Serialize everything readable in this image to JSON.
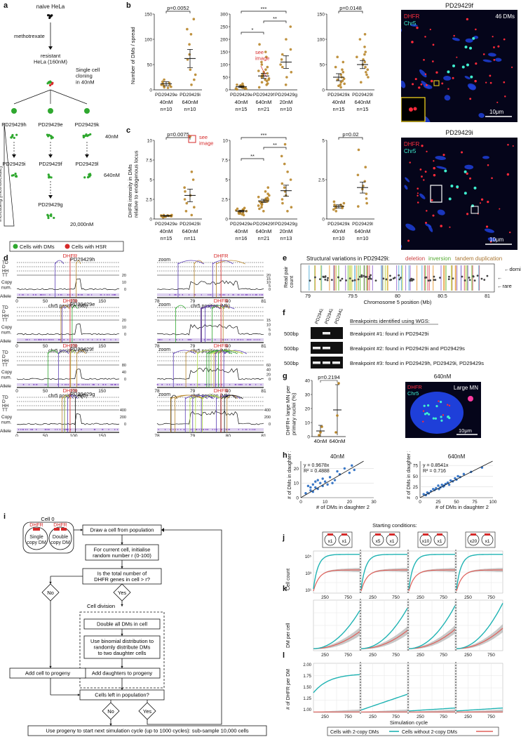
{
  "labels": {
    "a": "a",
    "b": "b",
    "c": "c",
    "d": "d",
    "e": "e",
    "f": "f",
    "g": "g",
    "h": "h",
    "i": "i",
    "j": "j",
    "k": "k",
    "l": "l"
  },
  "panel_a": {
    "naive": "naive HeLa",
    "mtx": "methotrexate",
    "resistant": "resistant\nHeLa (160nM)",
    "cloning": "Single cell\ncloning\nin 40nM",
    "clones_40": [
      "PD29429h",
      "PD29429e",
      "PD29429k"
    ],
    "clones_640": [
      "PD29429i",
      "PD29429f",
      "PD29429l"
    ],
    "clone_20000": "PD29429g",
    "conc": [
      "40nM",
      "640nM",
      "20,000nM"
    ],
    "axis": "Increasing [methotrexate]",
    "legend_dm": "Cells with DMs",
    "legend_hsr": "Cells with HSR",
    "colors": {
      "dm": "#2fa82f",
      "hsr": "#d62a2a"
    }
  },
  "panel_b": {
    "ylabel": "Number of DMs / spread",
    "see_image": "see\nimage",
    "plots": [
      {
        "ymax": 150,
        "ticks": [
          0,
          50,
          100,
          150
        ],
        "sig": [
          "p=0.0052"
        ],
        "groups": [
          {
            "name": "PD29429e",
            "conc": "40nM",
            "n": "n=10",
            "mean": 12,
            "sem": 4,
            "points": [
              4,
              6,
              8,
              10,
              12,
              14,
              16,
              20,
              9,
              5
            ]
          },
          {
            "name": "PD29429i",
            "conc": "640nM",
            "n": "n=10",
            "mean": 62,
            "sem": 18,
            "points": [
              10,
              20,
              30,
              40,
              60,
              70,
              90,
              110,
              120,
              140
            ]
          }
        ]
      },
      {
        "ymax": 300,
        "ticks": [
          0,
          50,
          100,
          150,
          200,
          250,
          300
        ],
        "sig": [
          "***",
          "**",
          "*"
        ],
        "groups": [
          {
            "name": "PD29429e",
            "conc": "40nM",
            "n": "n=15",
            "mean": 12,
            "sem": 3,
            "points": [
              2,
              4,
              6,
              8,
              10,
              12,
              14,
              16,
              18,
              20,
              24,
              5,
              7,
              9,
              11
            ]
          },
          {
            "name": "PD29429f",
            "conc": "640nM",
            "n": "n=21",
            "mean": 55,
            "sem": 10,
            "points": [
              10,
              20,
              25,
              30,
              35,
              40,
              45,
              50,
              55,
              60,
              65,
              70,
              75,
              80,
              90,
              100,
              110,
              130,
              150,
              180,
              40
            ]
          },
          {
            "name": "PD29429g",
            "conc": "20nM",
            "n": "n=10",
            "mean": 110,
            "sem": 25,
            "points": [
              20,
              50,
              70,
              90,
              100,
              120,
              140,
              160,
              200,
              250
            ]
          }
        ]
      },
      {
        "ymax": 150,
        "ticks": [
          0,
          50,
          100,
          150
        ],
        "sig": [
          "p=0.0148"
        ],
        "groups": [
          {
            "name": "PD29429k",
            "conc": "40nM",
            "n": "n=15",
            "mean": 25,
            "sem": 7,
            "points": [
              5,
              10,
              12,
              15,
              18,
              20,
              22,
              25,
              30,
              35,
              40,
              45,
              55,
              65,
              8
            ]
          },
          {
            "name": "PD29429l",
            "conc": "640nM",
            "n": "n=15",
            "mean": 50,
            "sem": 8,
            "points": [
              15,
              25,
              30,
              35,
              40,
              45,
              50,
              55,
              60,
              65,
              70,
              75,
              85,
              100,
              110
            ]
          }
        ]
      }
    ]
  },
  "panel_c": {
    "ylabel": "DHFR intensity in DMs\nrelative to endogenous locus",
    "see_image": "see\nimage",
    "plots": [
      {
        "ymax": 10,
        "ticks": [
          0,
          2.5,
          5,
          7.5,
          10
        ],
        "tick_labels": [
          "0",
          "2.5",
          "5",
          "7.5",
          "10"
        ],
        "sig": [
          "p=0.0075"
        ],
        "groups": [
          {
            "name": "PD29429e",
            "conc": "40nM",
            "n": "n=15",
            "mean": 0.4,
            "sem": 0.05,
            "points": [
              0.2,
              0.3,
              0.35,
              0.4,
              0.45,
              0.5,
              0.3,
              0.4,
              0.35,
              0.45,
              0.5,
              0.3,
              0.4,
              0.45,
              0.35
            ]
          },
          {
            "name": "PD29429i",
            "conc": "640nM",
            "n": "n=11",
            "mean": 3,
            "sem": 0.8,
            "points": [
              0.5,
              1,
              1.5,
              2,
              2.5,
              3,
              3.5,
              4,
              5,
              6,
              10.5
            ]
          }
        ]
      },
      {
        "ymax": 10,
        "ticks": [
          0,
          2.5,
          5,
          7.5,
          10
        ],
        "tick_labels": [
          "0",
          "2.5",
          "5",
          "7.5",
          "10"
        ],
        "sig": [
          "***",
          "**",
          "**"
        ],
        "groups": [
          {
            "name": "PD29429e",
            "conc": "40nM",
            "n": "n=16",
            "mean": 1,
            "sem": 0.1,
            "points": [
              0.5,
              0.7,
              0.8,
              0.9,
              1,
              1.1,
              1.2,
              1.3,
              0.6,
              0.8,
              1,
              1.2,
              1.4,
              0.9,
              1.1,
              0.7
            ]
          },
          {
            "name": "PD29429f",
            "conc": "640nM",
            "n": "n=21",
            "mean": 2.3,
            "sem": 0.2,
            "points": [
              1,
              1.3,
              1.5,
              1.7,
              1.9,
              2,
              2.1,
              2.2,
              2.3,
              2.4,
              2.5,
              2.6,
              2.7,
              2.8,
              3,
              3.2,
              3.5,
              4,
              1.8,
              2.2,
              2.6
            ]
          },
          {
            "name": "PD29429g",
            "conc": "20nM",
            "n": "n=13",
            "mean": 3.6,
            "sem": 0.7,
            "points": [
              1,
              1.5,
              2,
              2.5,
              3,
              3.5,
              4,
              4.5,
              5,
              6,
              7,
              8,
              9.5
            ]
          }
        ]
      },
      {
        "ymax": 5,
        "ticks": [
          0,
          2.5,
          5
        ],
        "tick_labels": [
          "0",
          "2.5",
          "5"
        ],
        "sig": [
          "p=0.02"
        ],
        "groups": [
          {
            "name": "PD29429k",
            "conc": "40nM",
            "n": "n=10",
            "mean": 0.8,
            "sem": 0.1,
            "points": [
              0.5,
              0.6,
              0.7,
              0.8,
              0.9,
              1,
              1.1,
              0.7,
              0.8,
              0.9
            ]
          },
          {
            "name": "PD29429l",
            "conc": "640nM",
            "n": "n=10",
            "mean": 2,
            "sem": 0.35,
            "points": [
              0.8,
              1,
              1.3,
              1.6,
              1.9,
              2.1,
              2.4,
              2.8,
              3.3,
              4.4
            ]
          }
        ]
      }
    ]
  },
  "images_bc": {
    "top_title": "PD29429f",
    "top_count": "46 DMs",
    "bottom_title": "PD29429i",
    "dhfr": "DHFR",
    "chr5": "Chr5",
    "scale": "10μm"
  },
  "panel_d": {
    "rows": [
      "PD29429h",
      "PD29429e",
      "PD29429f",
      "PD29429g"
    ],
    "dhfr": "DHFR",
    "zoom": "zoom",
    "track_labels": [
      "TD",
      "D",
      "HH",
      "TT"
    ],
    "copy": "Copy\nnum.",
    "allele": "Allele",
    "xlabel": "chr5 position (Mb)",
    "left_ticks": [
      "0",
      "50",
      "100",
      "150"
    ],
    "right_ticks": [
      "78",
      "79",
      "80",
      "81"
    ],
    "yscales": [
      [
        "20",
        "10",
        "0"
      ],
      [
        "20",
        "10",
        "0"
      ],
      [
        "80",
        "40",
        "0"
      ],
      [
        "400",
        "200",
        "0"
      ]
    ],
    "yscales_r": [
      [
        "20",
        "15",
        "10",
        "5",
        "0"
      ],
      [
        "15",
        "10",
        "5",
        "0"
      ],
      [
        "60",
        "40",
        "20",
        "0"
      ],
      [
        "400",
        "200",
        "0"
      ]
    ]
  },
  "panel_e": {
    "title": "Structural variations in PD29429i:",
    "deletion": "deletion",
    "inversion": "inversion",
    "tandem": "tandem duplication",
    "ylabel": "Read pair\ncount",
    "xlabel": "Chromosome 5 position (Mb)",
    "ticks": [
      "79",
      "79.5",
      "80",
      "80.5",
      "81"
    ],
    "dominant": "dominant",
    "rare": "rare"
  },
  "panel_f": {
    "lanes": [
      "PD29429h",
      "PD29429i",
      "PD29429s"
    ],
    "sizes": [
      "500bp",
      "500bp",
      "500bp"
    ],
    "heading": "Breakpoints identified using WGS:",
    "rows": [
      "Breakpoint #1: found in PD29429i",
      "Breakpoint #2: found in PD29429i and PD29429s",
      "Breakpoint #3: found in PD29429h, PD29429i, PD29429s"
    ]
  },
  "panel_g": {
    "ylabel": "DHFR+ large MN per\nprimary nuclei (%)",
    "p": "p=0.2194",
    "ticks": [
      "0",
      "10",
      "20",
      "30",
      "40"
    ],
    "groups": [
      {
        "label": "40nM",
        "mean": 4,
        "sd": 4,
        "points": [
          1,
          3,
          7
        ]
      },
      {
        "label": "640nM",
        "mean": 19,
        "sd": 18,
        "points": [
          3,
          15,
          38
        ]
      }
    ],
    "image_title": "640nM",
    "large_mn": "Large MN",
    "dhfr": "DHFR",
    "chr5": "Chr5",
    "scale": "10μm"
  },
  "panel_h": {
    "plots": [
      {
        "title": "40nM",
        "eq": "y = 0.9678x",
        "r2": "R² = 0.4888",
        "slope": 0.9678,
        "xticks": [
          0,
          10,
          20,
          30
        ],
        "yticks": [
          0,
          10,
          20
        ],
        "xmax": 30,
        "ymax": 25,
        "x": [
          2,
          3,
          4,
          5,
          6,
          7,
          8,
          9,
          10,
          11,
          12,
          14,
          15,
          16,
          18,
          20,
          21,
          22,
          5,
          7,
          9,
          13,
          4,
          6
        ],
        "y": [
          3,
          8,
          5,
          9,
          7,
          12,
          10,
          8,
          11,
          9,
          14,
          12,
          18,
          16,
          20,
          17,
          22,
          19,
          4,
          6,
          13,
          10,
          7,
          11
        ]
      },
      {
        "title": "640nM",
        "eq": "y = 0.8541x",
        "r2": "R² = 0.716",
        "slope": 0.8541,
        "xticks": [
          0,
          25,
          50,
          75,
          100
        ],
        "yticks": [
          0,
          25,
          50,
          75
        ],
        "xmax": 100,
        "ymax": 85,
        "x": [
          5,
          10,
          12,
          15,
          18,
          20,
          22,
          25,
          28,
          30,
          32,
          35,
          38,
          40,
          42,
          45,
          48,
          50,
          52,
          55,
          60,
          70,
          85,
          8,
          26,
          33
        ],
        "y": [
          8,
          12,
          10,
          15,
          20,
          18,
          22,
          28,
          24,
          30,
          26,
          32,
          35,
          30,
          40,
          38,
          45,
          42,
          50,
          48,
          55,
          60,
          70,
          6,
          20,
          28
        ]
      }
    ],
    "xlabel": "# of DMs in daughter 2",
    "ylabel": "# of DMs in daughter 1"
  },
  "panel_i": {
    "cell0": "Cell 0",
    "dhfr": "DHFR",
    "single": "Single\ncopy DM",
    "double": "Double\ncopy DM",
    "draw": "Draw a cell from population",
    "init": "For current cell, initialise\nrandom number r (0-100)",
    "question": "Is the total number of\nDHFR genes in cell > r?",
    "no": "No",
    "yes": "Yes",
    "division": "Cell division",
    "double_dm": "Double all DMs in cell",
    "binomial": "Use binomial distribution to\nrandomly distribute DMs\nto two daughter cells",
    "add_daughters": "Add daughters to progeny",
    "add_cell": "Add cell to progeny",
    "cells_left": "Cells left in population?",
    "no2": "No",
    "yes2": "Yes",
    "final": "Use progeny to start next simulation cycle (up to 1000 cycles): sub-sample 10,000 cells"
  },
  "panel_jkl": {
    "starting": "Starting conditions:",
    "conditions": [
      [
        "x1",
        "x1"
      ],
      [
        "x5",
        "x1"
      ],
      [
        "x10",
        "x1"
      ],
      [
        "x20",
        "x1"
      ]
    ],
    "j_ylabel": "Cell count",
    "j_ticks": [
      "10¹",
      "10³",
      "10⁵"
    ],
    "k_ylabel": "DM per cell",
    "l_ylabel": "# of DHFR per DM",
    "l_ticks": [
      "1.00",
      "1.25",
      "1.50",
      "1.75",
      "2.00"
    ],
    "xticks": [
      "250",
      "750"
    ],
    "xlabel": "Simulation cycle",
    "legend_2copy": "Cells with 2-copy DMs",
    "legend_no2copy": "Cells without 2-copy DMs",
    "colors": {
      "two": "#1fb3b3",
      "notwo": "#e0605a"
    }
  }
}
